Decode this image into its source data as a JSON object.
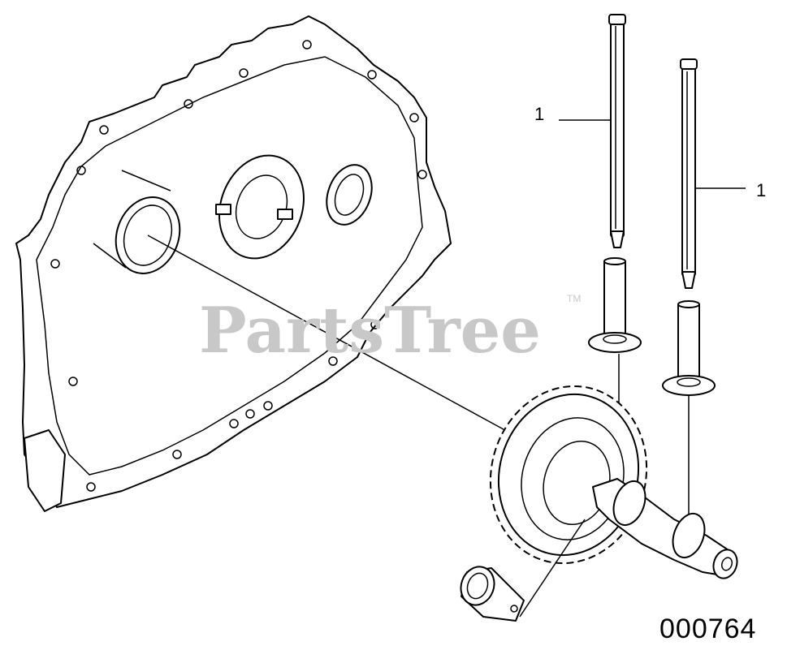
{
  "watermark": {
    "text": "PartsTree",
    "trademark": "TM",
    "color": "#c8c8c8"
  },
  "callouts": [
    {
      "label": "1",
      "part": "push-rod-left"
    },
    {
      "label": "1",
      "part": "push-rod-right"
    }
  ],
  "figure_number": "000764"
}
